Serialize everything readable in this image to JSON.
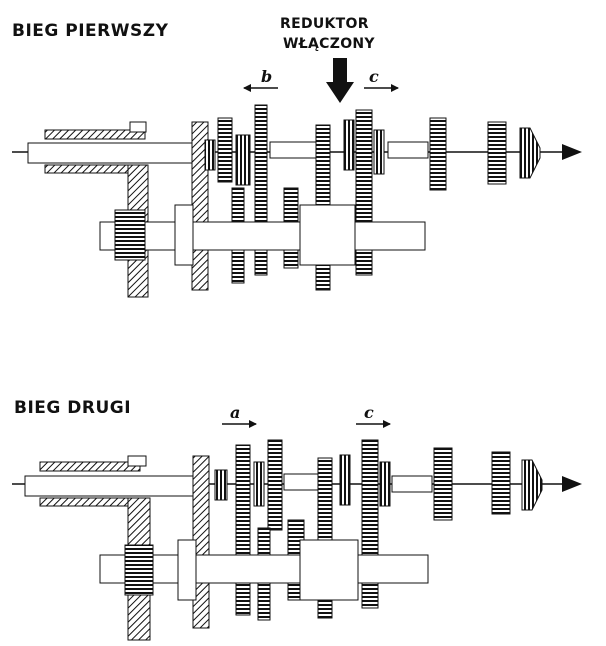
{
  "diagram": {
    "top": {
      "title": "BIEG PIERWSZY",
      "callout_line1": "REDUKTOR",
      "callout_line2": "WŁĄCZONY",
      "arrow_left_label": "b",
      "arrow_right_label": "c"
    },
    "bottom": {
      "title": "BIEG DRUGI",
      "arrow_left_label": "a",
      "arrow_right_label": "c"
    },
    "colors": {
      "ink": "#111111",
      "paper": "#ffffff"
    }
  }
}
